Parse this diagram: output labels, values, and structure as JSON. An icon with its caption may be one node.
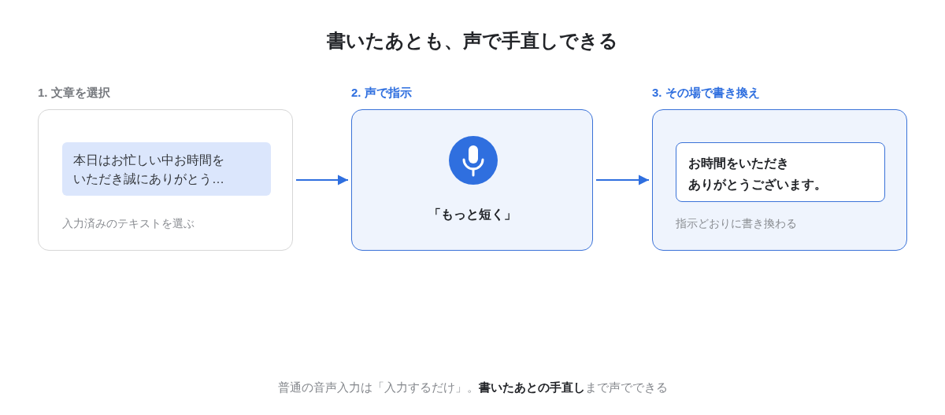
{
  "diagram": {
    "title": "書いたあとも、声で手直しできる",
    "nodes": [
      {
        "text": [
          "1. 文章を選択",
          "入力済みのテキストを選ぶ"
        ]
      },
      {
        "text": [
          "本日はお忙しい中お時間をいただき誠にありがとう…"
        ],
        "in": 0
      },
      {
        "text": [
          "2. 声で指示",
          "「もっと短く」"
        ]
      },
      {
        "text": [
          "3. その場で書き換え",
          "指示どおりに書き換わる"
        ]
      },
      {
        "text": [
          "お時間をいただきありがとうございます。"
        ],
        "in": 3
      }
    ],
    "edges": [
      {
        "from": 0,
        "to": 2,
        "arrow": "to"
      },
      {
        "from": 2,
        "to": 3,
        "arrow": "to"
      }
    ],
    "caption": "普通の音声入力は「入力するだけ」。**書いたあとの手直し**まで声でできる"
  }
}
